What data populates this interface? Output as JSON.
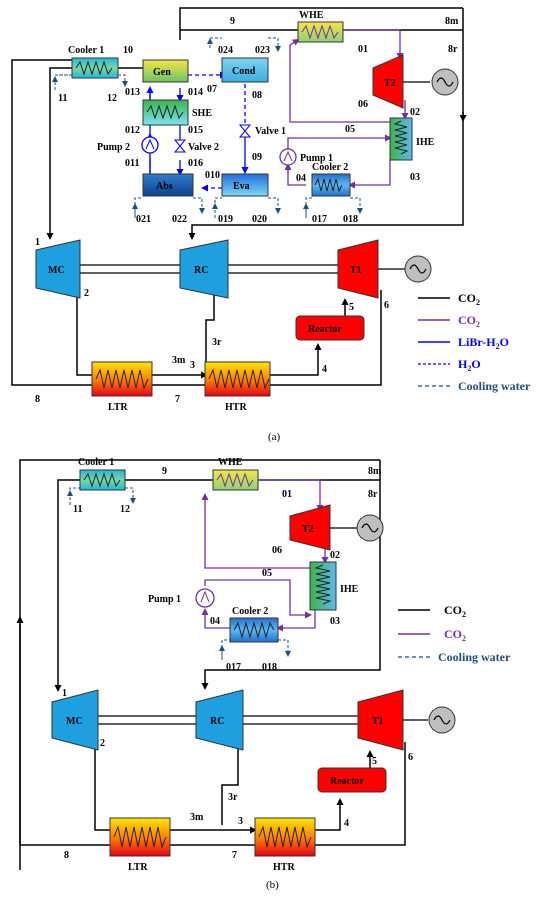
{
  "panel_a": {
    "caption": "(a)",
    "components": {
      "cooler1": "Cooler 1",
      "gen": "Gen",
      "cond": "Cond",
      "whe": "WHE",
      "she": "SHE",
      "pump2": "Pump 2",
      "valve2": "Valve 2",
      "valve1": "Valve 1",
      "pump1": "Pump 1",
      "abs": "Abs",
      "eva": "Eva",
      "cooler2": "Cooler 2",
      "ihe": "IHE",
      "t2": "T2",
      "mc": "MC",
      "rc": "RC",
      "t1": "T1",
      "reactor": "Reactor",
      "ltr": "LTR",
      "htr": "HTR"
    },
    "states": {
      "s9": "9",
      "s8m": "8m",
      "s8r": "8r",
      "s10": "10",
      "s01": "01",
      "s07": "07",
      "s024": "024",
      "s023": "023",
      "s11": "11",
      "s12": "12",
      "s013": "013",
      "s014": "014",
      "s08": "08",
      "s012": "012",
      "s015": "015",
      "s011": "011",
      "s016": "016",
      "s06": "06",
      "s02": "02",
      "s05": "05",
      "s09": "09",
      "s010": "010",
      "s04": "04",
      "s03": "03",
      "s021": "021",
      "s022": "022",
      "s019": "019",
      "s020": "020",
      "s017": "017",
      "s018": "018",
      "s1": "1",
      "s2": "2",
      "s3r": "3r",
      "s3m": "3m",
      "s3": "3",
      "s4": "4",
      "s5": "5",
      "s6": "6",
      "s7": "7",
      "s8": "8"
    },
    "legend": {
      "co2_black": "CO",
      "co2_purple": "CO",
      "sub": "2",
      "libr": "LiBr-H",
      "libr_tail": "O",
      "h2o": "H",
      "h2o_tail": "O",
      "cooling": "Cooling water"
    }
  },
  "panel_b": {
    "caption": "(b)",
    "components": {
      "cooler1": "Cooler 1",
      "whe": "WHE",
      "t2": "T2",
      "ihe": "IHE",
      "pump1": "Pump 1",
      "cooler2": "Cooler 2",
      "mc": "MC",
      "rc": "RC",
      "t1": "T1",
      "reactor": "Reactor",
      "ltr": "LTR",
      "htr": "HTR"
    },
    "states": {
      "s9": "9",
      "s8m": "8m",
      "s8r": "8r",
      "s01": "01",
      "s11": "11",
      "s12": "12",
      "s06": "06",
      "s02": "02",
      "s05": "05",
      "s04": "04",
      "s03": "03",
      "s017": "017",
      "s018": "018",
      "s1": "1",
      "s2": "2",
      "s3r": "3r",
      "s3m": "3m",
      "s3": "3",
      "s4": "4",
      "s5": "5",
      "s6": "6",
      "s7": "7",
      "s8": "8"
    },
    "legend": {
      "co2_black": "CO",
      "co2_purple": "CO",
      "sub": "2",
      "cooling": "Cooling water"
    }
  },
  "colors": {
    "co2_primary": "#000000",
    "co2_secondary": "#7030A0",
    "libr": "#0000FF",
    "h2o": "#0000FF",
    "cooling_water": "#1F4E79",
    "compressor": "#1E9FE0",
    "turbine": "#FF0000",
    "reactor": "#FF0000"
  }
}
